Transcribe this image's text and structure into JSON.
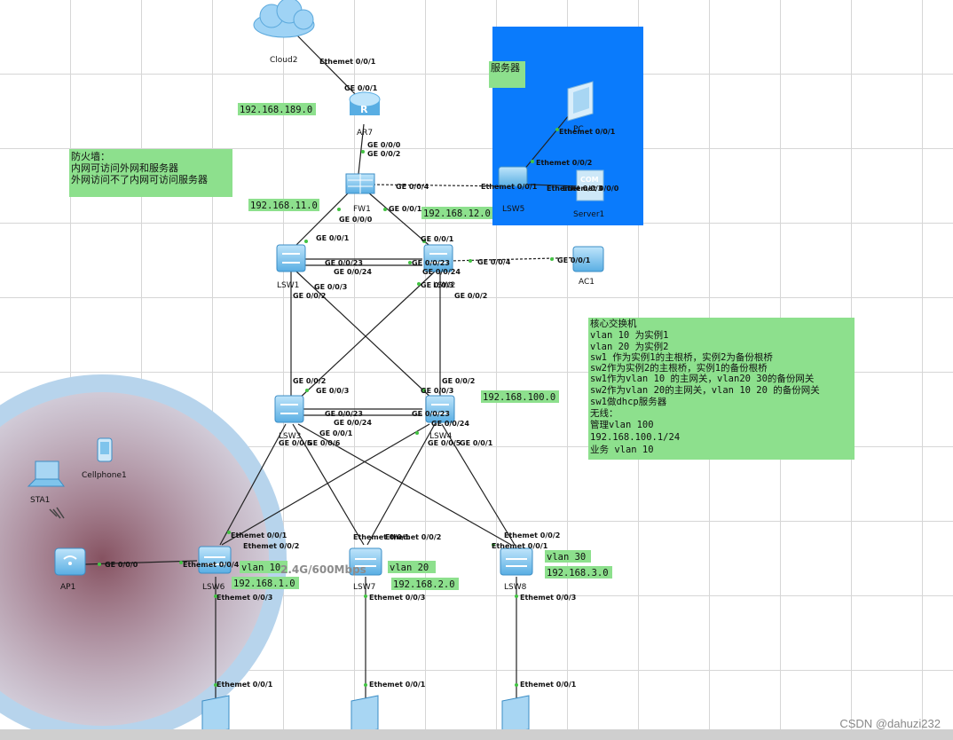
{
  "devices": {
    "cloud2": "Cloud2",
    "ar7": "AR7",
    "fw1": "FW1",
    "lsw1": "LSW1",
    "lsw2": "LSW2",
    "lsw3": "LSW3",
    "lsw4": "LSW4",
    "lsw5": "LSW5",
    "lsw6": "LSW6",
    "lsw7": "LSW7",
    "lsw8": "LSW8",
    "ac1": "AC1",
    "ap1": "AP1",
    "sta1": "STA1",
    "cellphone1": "Cellphone1",
    "pc": "PC",
    "server1": "Server1",
    "server_logo": "COM"
  },
  "ports": {
    "cloud_eth": "Ethemet 0/0/1",
    "ar_ge001": "GE 0/0/1",
    "ar_ge000": "GE 0/0/0",
    "fw_ge002": "GE 0/0/2",
    "fw_ge004": "GE 0/0/4",
    "fw_ge001": "GE 0/0/1",
    "fw_ge000": "GE 0/0/0",
    "lsw1_ge001": "GE 0/0/1",
    "lsw1_ge0023": "GE 0/0/23",
    "lsw1_ge0024": "GE 0/0/24",
    "lsw1_ge003": "GE 0/0/3",
    "lsw1_ge002": "GE 0/0/2",
    "lsw2_ge001": "GE 0/0/1",
    "lsw2_ge0023": "GE 0/0/23",
    "lsw2_ge0024": "GE 0/0/24",
    "lsw2_ge004": "GE 0/0/4",
    "lsw2_ge003": "GE 0/0/3",
    "lsw2_ge002": "GE 0/0/2",
    "ac_ge001": "GE 0/0/1",
    "lsw5_eth001": "Ethemet 0/0/1",
    "lsw5_eth002": "Ethemet 0/0/2",
    "lsw5_eth003": "Ethemet 0/0/3",
    "pc_eth001": "Ethemet 0/0/1",
    "server_eth000": "Ethemet 0/0/0",
    "lsw3_ge002": "GE 0/0/2",
    "lsw3_ge003": "GE 0/0/3",
    "lsw3_ge0023": "GE 0/0/23",
    "lsw3_ge0024": "GE 0/0/24",
    "lsw3_ge005": "GE 0/0/5",
    "lsw3_ge006": "GE 0/0/6",
    "lsw3_ge001": "GE 0/0/1",
    "lsw4_ge002": "GE 0/0/2",
    "lsw4_ge003": "GE 0/0/3",
    "lsw4_ge0023": "GE 0/0/23",
    "lsw4_ge0024": "GE 0/0/24",
    "lsw4_ge005": "GE 0/0/5",
    "lsw4_ge001": "GE 0/0/1",
    "lsw6_eth001": "Ethemet 0/0/1",
    "lsw6_eth002": "Ethemet 0/0/2",
    "lsw6_eth004": "Ethemet 0/0/4",
    "lsw6_eth003": "Ethemet 0/0/3",
    "ap_ge000": "GE 0/0/0",
    "lsw7_eth001": "Ethemet 0/0/1",
    "lsw7_eth002": "Ethemet 0/0/2",
    "lsw7_eth003": "Ethemet 0/0/3",
    "lsw8_eth002": "Ethemet 0/0/2",
    "lsw8_eth001": "Ethemet 0/0/1",
    "lsw8_eth003": "Ethemet 0/0/3",
    "pc6_eth001": "Ethemet 0/0/1",
    "pc7_eth001": "Ethemet 0/0/1",
    "pc8_eth001": "Ethemet 0/0/1"
  },
  "net_labels": {
    "n189": "192.168.189.0",
    "n11": "192.168.11.0",
    "n12": "192.168.12.0",
    "n100": "192.168.100.0",
    "n1": "192.168.1.0",
    "n2": "192.168.2.0",
    "n3": "192.168.3.0",
    "vlan10": "vlan 10",
    "vlan20": "vlan 20",
    "vlan30": "vlan 30"
  },
  "notes": {
    "server_area": "服务器",
    "firewall": [
      "防火墙：",
      "内网可访问外网和服务器",
      "外网访问不了内网可访问服务器"
    ],
    "core": [
      "核心交换机",
      "vlan 10 为实例1",
      "vlan 20 为实例2",
      "sw1 作为实例1的主根桥，实例2为备份根桥",
      "sw2作为实例2的主根桥，实例1的备份根桥",
      "sw1作为vlan 10 的主网关，vlan20 30的备份网关",
      "sw2作为vlan 20的主网关，vlan 10 20 的备份网关",
      "sw1做dhcp服务器",
      "无线：",
      "管理vlan 100",
      "192.168.100.1/24",
      "业务 vlan 10"
    ],
    "wifi": "2.4G/600Mbps"
  },
  "watermark": "CSDN @dahuzi232",
  "colors": {
    "server_area": "#0a7bfc",
    "note_green": "#8de08d",
    "wifi_ring": "#b6d3ea",
    "wifi_fill": "#b58892",
    "link": "#222222",
    "port_dot": "#43c343",
    "device_blue": "#7fc4ec"
  }
}
